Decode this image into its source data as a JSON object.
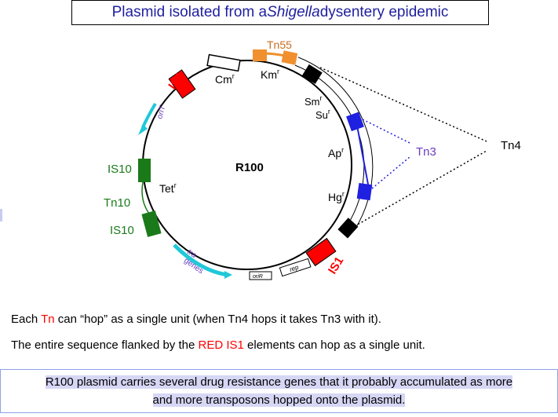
{
  "title": {
    "prefix": "Plasmid isolated from a ",
    "italic": "Shigella",
    "suffix": " dysentery epidemic"
  },
  "plasmid": {
    "name": "R100",
    "labels": {
      "cm": "Cm",
      "km": "Km",
      "sm": "Sm",
      "su": "Su",
      "ap": "Ap",
      "hg": "Hg",
      "tet": "Tet",
      "r_sup": "r",
      "is1_top": "IS1",
      "is1_bottom": "IS1",
      "is10_top": "IS10",
      "is10_bottom": "IS10",
      "tn10": "Tn10",
      "tn55": "Tn55",
      "tn3": "Tn3",
      "tn4": "Tn4",
      "orit": "oriT",
      "tra": "tra",
      "genes": "genes",
      "orir": "oriR",
      "rep": "rep"
    },
    "colors": {
      "is1": "#ff0000",
      "is10": "#1a7a1a",
      "tn55": "#f0902e",
      "tn3": "#2020e0",
      "tn4_ends": "#000000",
      "tra": "#20c8d8",
      "tn3_label": "#6a3dc0",
      "tn55_label": "#c86e1e",
      "orit_label": "#6a3dc0",
      "tra_label": "#6a3dc0",
      "tn10_label": "#1a7a1a"
    }
  },
  "text": {
    "line1_a": "Each ",
    "line1_tn": "Tn",
    "line1_b": " can “hop” as a single unit (when Tn4 hops it takes Tn3 with it).",
    "line2_a": "The entire sequence flanked by the ",
    "line2_red": "RED IS1",
    "line2_b": " elements can hop as a single unit."
  },
  "summary": {
    "line1": "R100 plasmid carries several drug resistance genes that it probably accumulated as more",
    "line2": "and more transposons hopped onto the plasmid."
  }
}
